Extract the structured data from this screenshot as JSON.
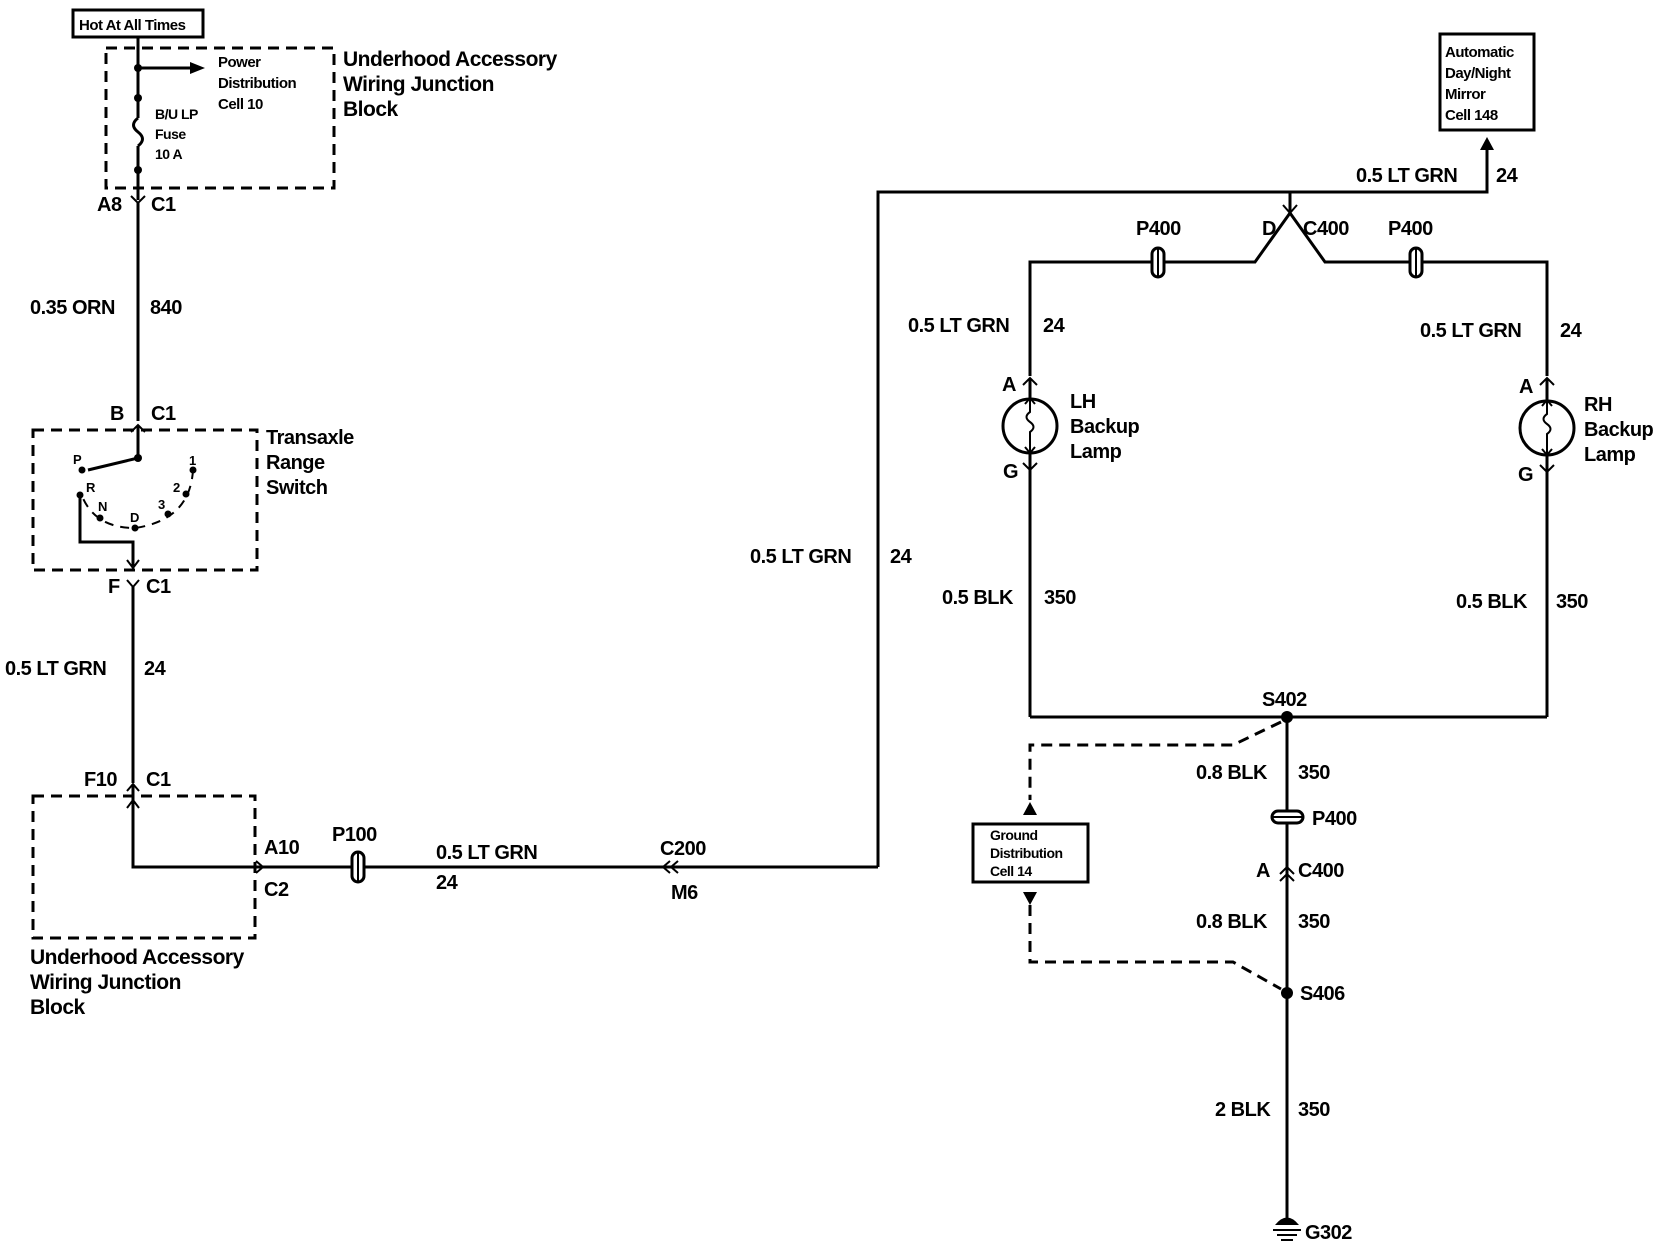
{
  "power": {
    "hot_label": "Hot At All Times",
    "pdc_line1": "Power",
    "pdc_line2": "Distribution",
    "pdc_line3": "Cell 10",
    "fuse_line1": "B/U LP",
    "fuse_line2": "Fuse",
    "fuse_line3": "10 A",
    "block_line1": "Underhood Accessory",
    "block_line2": "Wiring Junction",
    "block_line3": "Block",
    "pin_a8": "A8",
    "conn_c1": "C1"
  },
  "wire_orn": {
    "gauge": "0.35 ORN",
    "circuit": "840"
  },
  "switch": {
    "pin_b": "B",
    "conn_top": "C1",
    "line1": "Transaxle",
    "line2": "Range",
    "line3": "Switch",
    "pos_p": "P",
    "pos_r": "R",
    "pos_n": "N",
    "pos_d": "D",
    "pos_3": "3",
    "pos_2": "2",
    "pos_1": "1",
    "pin_f": "F",
    "conn_bottom": "C1"
  },
  "wire_f_to_f10": {
    "gauge": "0.5 LT GRN",
    "circuit": "24"
  },
  "lower_block": {
    "pin_f10": "F10",
    "conn_c1": "C1",
    "pin_a10": "A10",
    "conn_c2": "C2",
    "line1": "Underhood Accessory",
    "line2": "Wiring Junction",
    "line3": "Block"
  },
  "wire_p100": {
    "splice": "P100",
    "gauge": "0.5 LT GRN",
    "circuit": "24"
  },
  "c200": {
    "conn": "C200",
    "pin": "M6"
  },
  "wire_riser": {
    "gauge": "0.5 LT GRN",
    "circuit": "24"
  },
  "mirror": {
    "line1": "Automatic",
    "line2": "Day/Night",
    "line3": "Mirror",
    "line4": "Cell 148",
    "wire_gauge": "0.5 LT GRN",
    "wire_circuit": "24"
  },
  "c400_top": {
    "pin": "D",
    "conn": "C400",
    "p400_left": "P400",
    "p400_right": "P400"
  },
  "lh_lamp": {
    "wire_gauge": "0.5 LT GRN",
    "wire_circuit": "24",
    "pin_a": "A",
    "pin_g": "G",
    "line1": "LH",
    "line2": "Backup",
    "line3": "Lamp",
    "ground_gauge": "0.5 BLK",
    "ground_circuit": "350"
  },
  "rh_lamp": {
    "wire_gauge": "0.5 LT GRN",
    "wire_circuit": "24",
    "pin_a": "A",
    "pin_g": "G",
    "line1": "RH",
    "line2": "Backup",
    "line3": "Lamp",
    "ground_gauge": "0.5 BLK",
    "ground_circuit": "350"
  },
  "ground": {
    "s402": "S402",
    "w1_gauge": "0.8 BLK",
    "w1_circuit": "350",
    "p400": "P400",
    "pin_a": "A",
    "c400": "C400",
    "w2_gauge": "0.8 BLK",
    "w2_circuit": "350",
    "s406": "S406",
    "w3_gauge": "2 BLK",
    "w3_circuit": "350",
    "g302": "G302",
    "gd_line1": "Ground",
    "gd_line2": "Distribution",
    "gd_line3": "Cell 14"
  }
}
